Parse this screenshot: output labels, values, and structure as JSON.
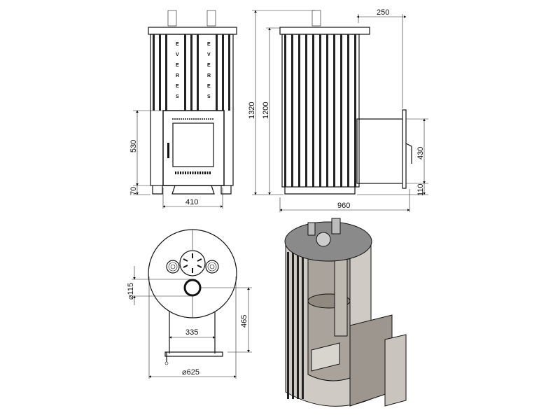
{
  "front_view": {
    "brand_letters": [
      "E",
      "V",
      "E",
      "R",
      "E",
      "S"
    ],
    "dims": {
      "door_height": "530",
      "leg_height": "70",
      "width": "410"
    }
  },
  "side_view": {
    "dims": {
      "total_height": "1320",
      "body_height": "1200",
      "firebox_depth": "250",
      "total_depth": "960",
      "door_height": "430",
      "door_offset": "110"
    }
  },
  "top_view": {
    "dims": {
      "chimney_diameter": "⌀115",
      "leg_spacing": "335",
      "chimney_offset": "465",
      "diameter": "⌀625"
    }
  },
  "colors": {
    "line": "#111111",
    "granite": "#8a8a8a",
    "steel": "#b9b4ad"
  }
}
